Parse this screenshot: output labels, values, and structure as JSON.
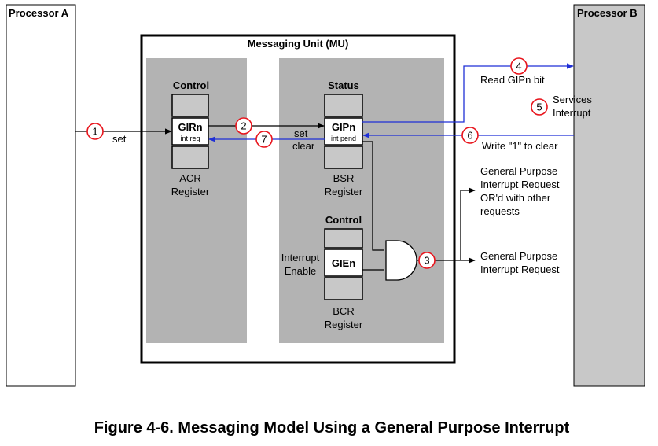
{
  "processor_a": {
    "title": "Processor A"
  },
  "processor_b": {
    "title": "Processor B"
  },
  "mu": {
    "title": "Messaging Unit (MU)"
  },
  "acr": {
    "heading": "Control",
    "field": "GIRn",
    "field_sub": "int req",
    "label_line1": "ACR",
    "label_line2": "Register"
  },
  "bsr": {
    "heading": "Status",
    "field": "GIPn",
    "field_sub": "int pend",
    "label_line1": "BSR",
    "label_line2": "Register"
  },
  "bcr": {
    "heading": "Control",
    "field": "GIEn",
    "label_line1": "BCR",
    "label_line2": "Register",
    "side_line1": "Interrupt",
    "side_line2": "Enable"
  },
  "signals": {
    "set_a": "set",
    "set_mu": "set",
    "clear_mu": "clear",
    "read_gip": "Read GIPn bit",
    "services_line1": "Services",
    "services_line2": "Interrupt",
    "write_clear": "Write \"1\" to clear",
    "gp_req_or_line1": "General Purpose",
    "gp_req_or_line2": "Interrupt Request",
    "gp_req_or_line3": "OR'd with other",
    "gp_req_or_line4": "requests",
    "gp_req_line1": "General Purpose",
    "gp_req_line2": "Interrupt Request"
  },
  "steps": [
    "1",
    "2",
    "3",
    "4",
    "5",
    "6",
    "7"
  ],
  "caption": "Figure 4-6. Messaging Model Using a General Purpose Interrupt",
  "colors": {
    "red": "#e8141c",
    "blue": "#1f2fd6",
    "panel": "#b3b3b3",
    "register": "#c8c8c8",
    "processor_b": "#c8c8c8"
  }
}
